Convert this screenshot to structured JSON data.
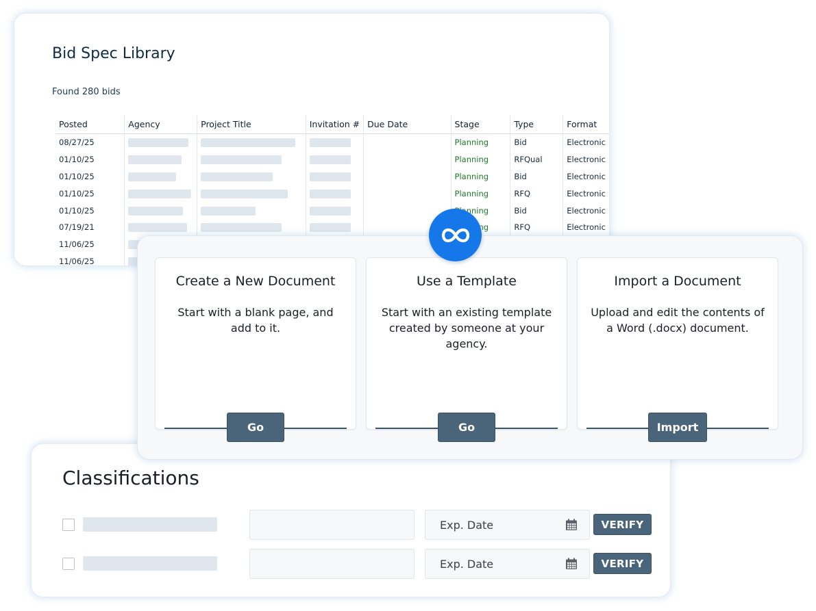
{
  "library": {
    "title": "Bid Spec Library",
    "found": "Found 280 bids",
    "columns": [
      "Posted",
      "Agency",
      "Project Title",
      "Invitation #",
      "Due Date",
      "Stage",
      "Type",
      "Format"
    ],
    "rows": [
      {
        "posted": "08/27/25",
        "stage": "Planning",
        "type": "Bid",
        "format": "Electronic"
      },
      {
        "posted": "01/10/25",
        "stage": "Planning",
        "type": "RFQual",
        "format": "Electronic"
      },
      {
        "posted": "01/10/25",
        "stage": "Planning",
        "type": "Bid",
        "format": "Electronic"
      },
      {
        "posted": "01/10/25",
        "stage": "Planning",
        "type": "RFQ",
        "format": "Electronic"
      },
      {
        "posted": "01/10/25",
        "stage": "Planning",
        "type": "Bid",
        "format": "Electronic"
      },
      {
        "posted": "07/19/21",
        "stage": "Planning",
        "type": "RFQ",
        "format": "Electronic"
      },
      {
        "posted": "11/06/25",
        "stage": "",
        "type": "",
        "format": ""
      },
      {
        "posted": "11/06/25",
        "stage": "",
        "type": "",
        "format": ""
      }
    ]
  },
  "chooser": {
    "logo_icon": "infinity-icon",
    "brand_color": "#1677e8",
    "options": [
      {
        "title": "Create a New Document",
        "desc": "Start with a blank page, and add to it.",
        "button": "Go"
      },
      {
        "title": "Use a Template",
        "desc": "Start with an existing template created by someone at your agency.",
        "button": "Go"
      },
      {
        "title": "Import a Document",
        "desc": "Upload and edit the contents of a Word (.docx) document.",
        "button": "Import"
      }
    ]
  },
  "classifications": {
    "title": "Classifications",
    "rows": [
      {
        "date_placeholder": "Exp. Date",
        "verify": "VERIFY",
        "date_icon": "calendar-icon"
      },
      {
        "date_placeholder": "Exp. Date",
        "verify": "VERIFY",
        "date_icon": "calendar-icon"
      }
    ]
  }
}
